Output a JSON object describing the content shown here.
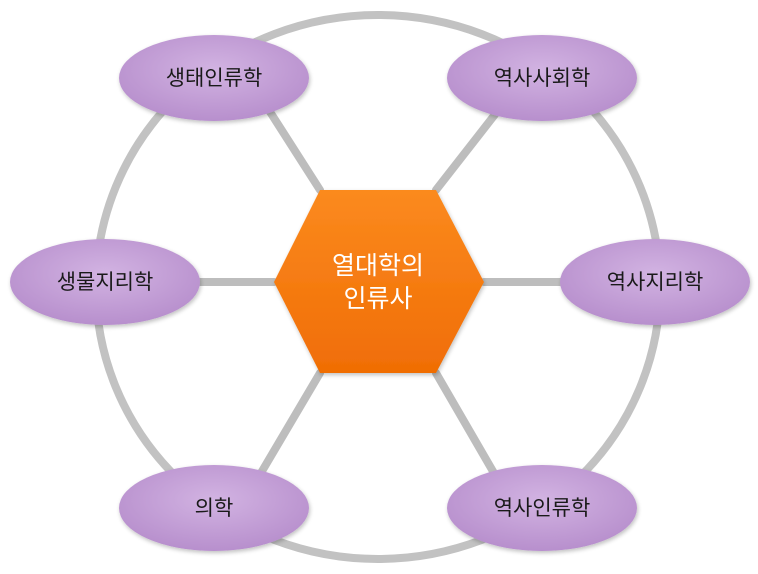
{
  "center": {
    "label_line1": "열대학의",
    "label_line2": "인류사"
  },
  "nodes": [
    {
      "label": "생태인류학"
    },
    {
      "label": "역사사회학"
    },
    {
      "label": "생물지리학"
    },
    {
      "label": "역사지리학"
    },
    {
      "label": "의학"
    },
    {
      "label": "역사인류학"
    }
  ],
  "colors": {
    "center_fill": "#f77a10",
    "node_fill": "#c5a0d8",
    "connector": "#bdbdbd",
    "ring": "#c2c2c2"
  }
}
